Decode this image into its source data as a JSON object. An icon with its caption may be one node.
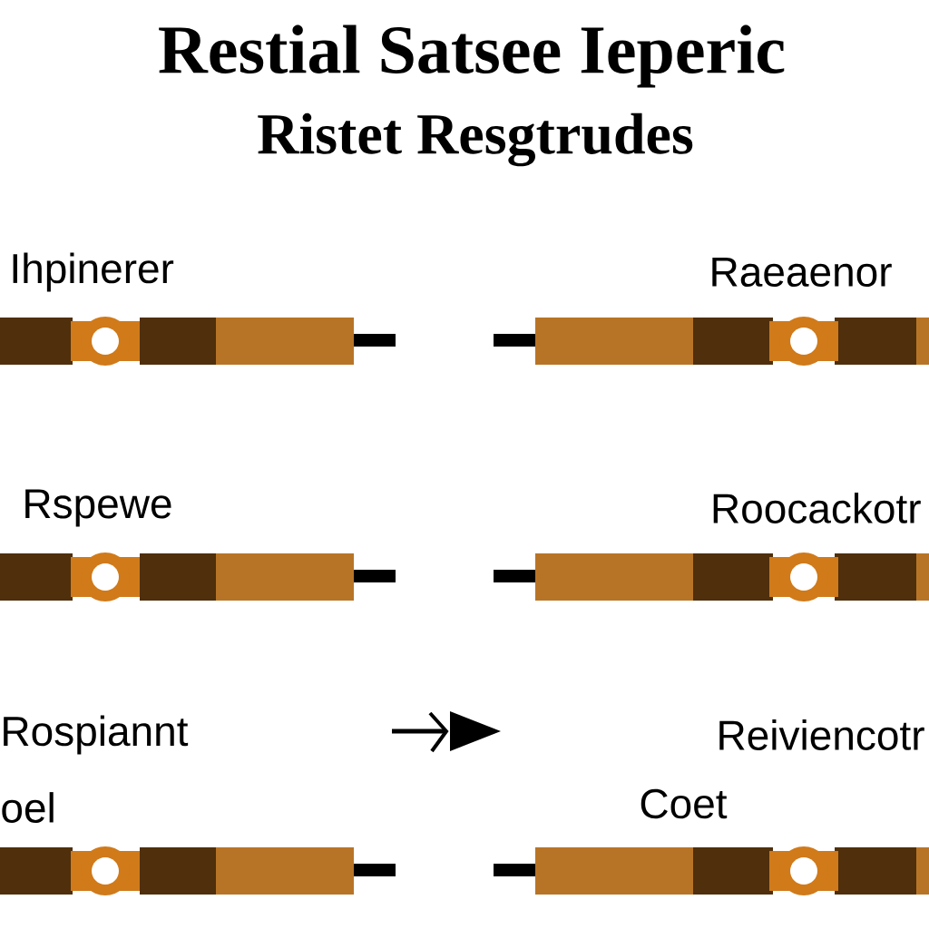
{
  "diagram": {
    "title": "Restial Satsee Ieperic",
    "labels": [
      "Ristet Resgtrudes",
      "Ihpinerer",
      "Raeaenor",
      "Rspewe",
      "Roocackotr",
      "Rospiannt",
      "Reiviencotr",
      "oel",
      "Coet"
    ]
  }
}
